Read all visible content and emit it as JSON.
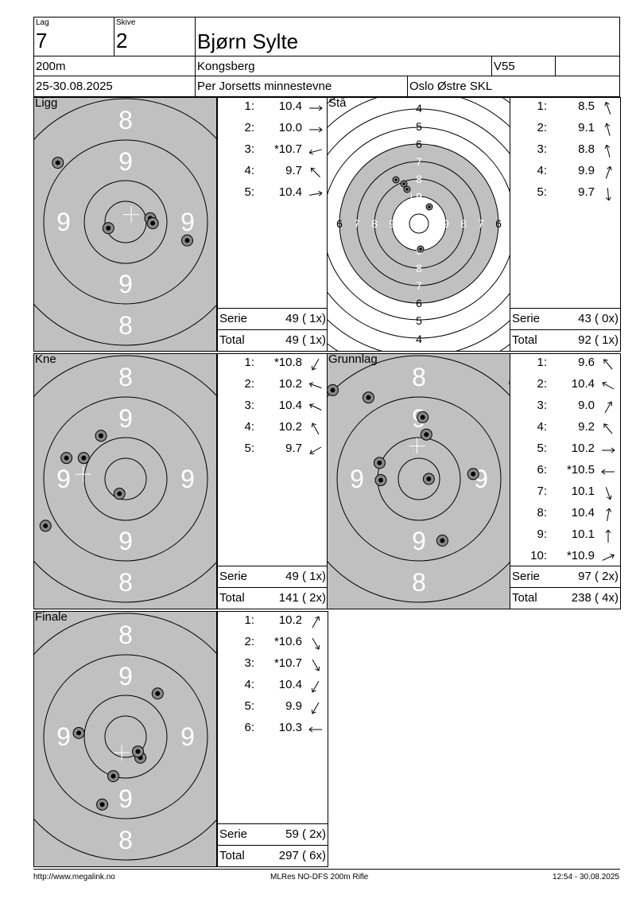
{
  "header": {
    "lag_label": "Lag",
    "lag": "7",
    "skive_label": "Skive",
    "skive": "2",
    "name": "Bjørn Sylte",
    "distance": "200m",
    "place": "Kongsberg",
    "class": "V55",
    "dates": "25-30.08.2025",
    "event": "Per Jorsetts minnestevne",
    "club": "Oslo Østre SKL"
  },
  "footer": {
    "url": "http://www.megalink.no",
    "program": "MLRes NO-DFS 200m Rifle",
    "timestamp": "12:54 - 30.08.2025"
  },
  "serie_label": "Serie",
  "total_label": "Total",
  "sections": [
    {
      "name": "Ligg",
      "target": "rifle",
      "shots": [
        {
          "n": "1:",
          "v": "10.4",
          "dir": 90
        },
        {
          "n": "2:",
          "v": "10.0",
          "dir": 90
        },
        {
          "n": "3:",
          "v": "*10.7",
          "dir": 255
        },
        {
          "n": "4:",
          "v": "9.7",
          "dir": 315
        },
        {
          "n": "5:",
          "v": "10.4",
          "dir": 80
        }
      ],
      "serie": "49 ( 1x)",
      "total": "49 ( 1x)",
      "hits": [
        [
          -0.55,
          0.48
        ],
        [
          -0.14,
          -0.05
        ],
        [
          0.2,
          0.03
        ],
        [
          0.22,
          -0.01
        ],
        [
          0.5,
          -0.15
        ]
      ]
    },
    {
      "name": "Stå",
      "target": "standing",
      "shots": [
        {
          "n": "1:",
          "v": "8.5",
          "dir": 340
        },
        {
          "n": "2:",
          "v": "9.1",
          "dir": 345
        },
        {
          "n": "3:",
          "v": "8.8",
          "dir": 345
        },
        {
          "n": "4:",
          "v": "9.9",
          "dir": 20
        },
        {
          "n": "5:",
          "v": "9.7",
          "dir": 175
        }
      ],
      "serie": "43 ( 0x)",
      "total": "92 ( 1x)",
      "hits": [
        [
          -0.29,
          0.55
        ],
        [
          -0.19,
          0.5
        ],
        [
          -0.15,
          0.43
        ],
        [
          0.13,
          0.21
        ],
        [
          0.02,
          -0.32
        ]
      ]
    },
    {
      "name": "Kne",
      "target": "rifle",
      "shots": [
        {
          "n": "1:",
          "v": "*10.8",
          "dir": 210
        },
        {
          "n": "2:",
          "v": "10.2",
          "dir": 290
        },
        {
          "n": "3:",
          "v": "10.4",
          "dir": 295
        },
        {
          "n": "4:",
          "v": "10.2",
          "dir": 330
        },
        {
          "n": "5:",
          "v": "9.7",
          "dir": 240
        }
      ],
      "serie": "49 ( 1x)",
      "total": "141 ( 2x)",
      "hits": [
        [
          -0.65,
          -0.38
        ],
        [
          -0.48,
          0.17
        ],
        [
          -0.34,
          0.17
        ],
        [
          -0.2,
          0.35
        ],
        [
          -0.05,
          -0.12
        ]
      ]
    },
    {
      "name": "Grunnlag",
      "target": "rifle",
      "shots": [
        {
          "n": "1:",
          "v": "9.6",
          "dir": 320
        },
        {
          "n": "2:",
          "v": "10.4",
          "dir": 300
        },
        {
          "n": "3:",
          "v": "9.0",
          "dir": 30
        },
        {
          "n": "4:",
          "v": "9.2",
          "dir": 320
        },
        {
          "n": "5:",
          "v": "10.2",
          "dir": 90
        },
        {
          "n": "6:",
          "v": "*10.5",
          "dir": 270
        },
        {
          "n": "7:",
          "v": "10.1",
          "dir": 160
        },
        {
          "n": "8:",
          "v": "10.4",
          "dir": 10
        },
        {
          "n": "9:",
          "v": "10.1",
          "dir": 0
        },
        {
          "n": "10:",
          "v": "*10.9",
          "dir": 65
        }
      ],
      "serie": "97 ( 2x)",
      "total": "238 ( 4x)",
      "hits": [
        [
          -0.7,
          0.72
        ],
        [
          -0.41,
          0.66
        ],
        [
          0.78,
          0.78
        ],
        [
          0.03,
          0.5
        ],
        [
          0.06,
          0.36
        ],
        [
          -0.32,
          0.13
        ],
        [
          -0.31,
          -0.01
        ],
        [
          0.08,
          0.0
        ],
        [
          0.44,
          0.04
        ],
        [
          0.19,
          -0.5
        ]
      ]
    },
    {
      "name": "Finale",
      "target": "rifle",
      "shots": [
        {
          "n": "1:",
          "v": "10.2",
          "dir": 30
        },
        {
          "n": "2:",
          "v": "*10.6",
          "dir": 150
        },
        {
          "n": "3:",
          "v": "*10.7",
          "dir": 150
        },
        {
          "n": "4:",
          "v": "10.4",
          "dir": 210
        },
        {
          "n": "5:",
          "v": "9.9",
          "dir": 210
        },
        {
          "n": "6:",
          "v": "10.3",
          "dir": 270
        }
      ],
      "serie": "59 ( 2x)",
      "total": "297 ( 6x)",
      "hits": [
        [
          0.26,
          0.35
        ],
        [
          -0.38,
          0.03
        ],
        [
          0.12,
          -0.17
        ],
        [
          0.1,
          -0.12
        ],
        [
          -0.1,
          -0.32
        ],
        [
          -0.19,
          -0.55
        ]
      ]
    }
  ]
}
